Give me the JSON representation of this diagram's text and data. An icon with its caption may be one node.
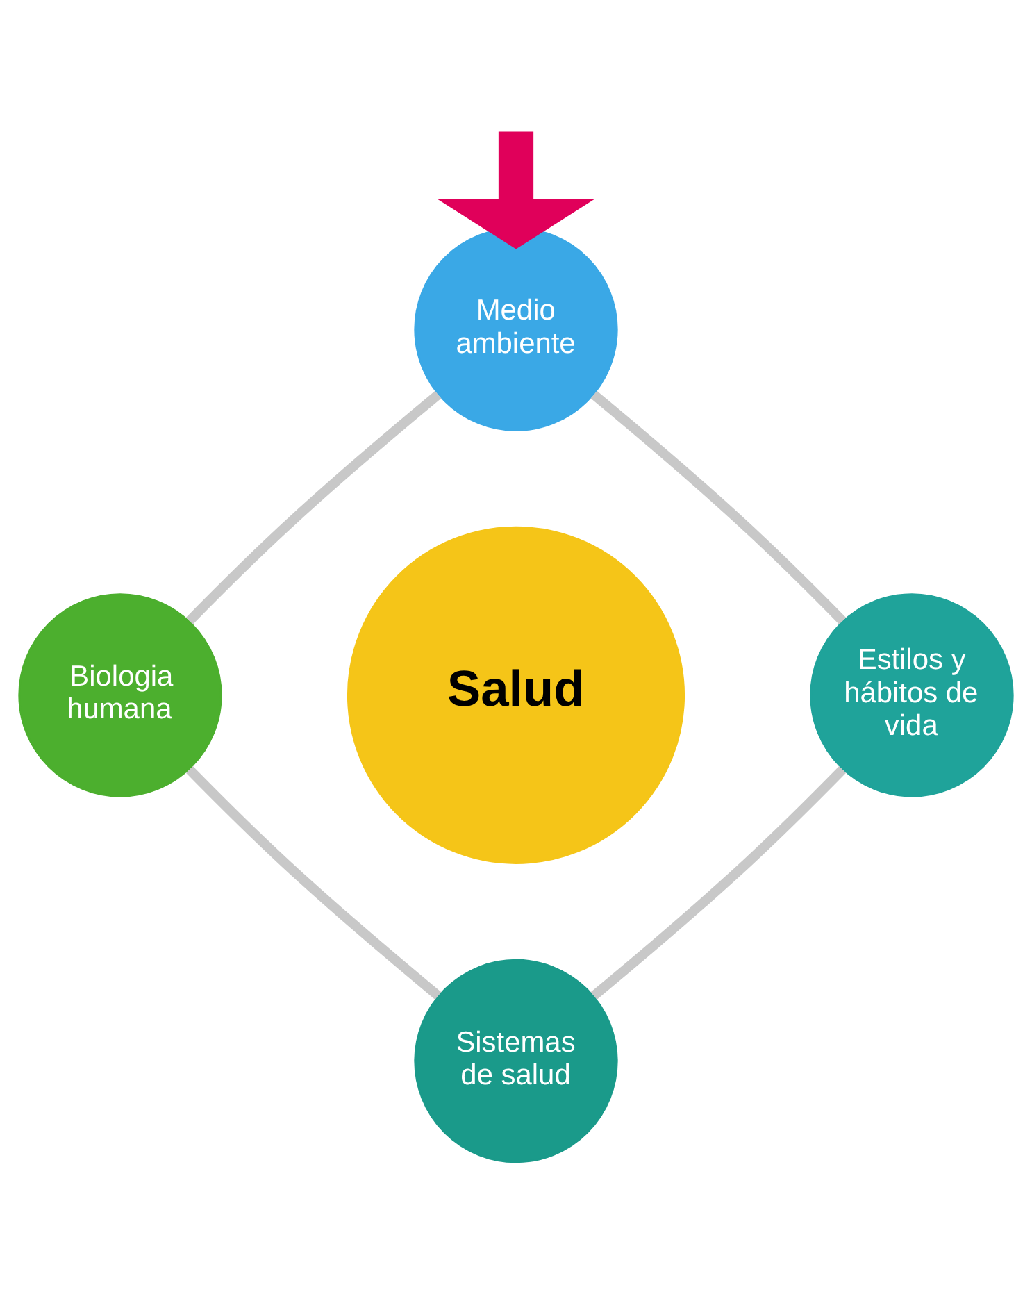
{
  "diagram": {
    "nodes": [
      {
        "text": [
          "Medio ambiente"
        ]
      },
      {
        "text": [
          "Biologia humana"
        ]
      },
      {
        "text": [
          "Salud"
        ]
      },
      {
        "text": [
          "Estilos y hábitos de vida"
        ]
      },
      {
        "text": [
          "Sistemas de salud"
        ]
      }
    ],
    "edges": [
      {
        "from": null,
        "to": 0,
        "arrow": "to",
        "style": "thick",
        "color": "#e0005a"
      },
      {
        "from": 0,
        "to": 3,
        "arrow": "none"
      },
      {
        "from": 3,
        "to": 4,
        "arrow": "none"
      },
      {
        "from": 4,
        "to": 1,
        "arrow": "none"
      },
      {
        "from": 1,
        "to": 0,
        "arrow": "none"
      }
    ]
  }
}
